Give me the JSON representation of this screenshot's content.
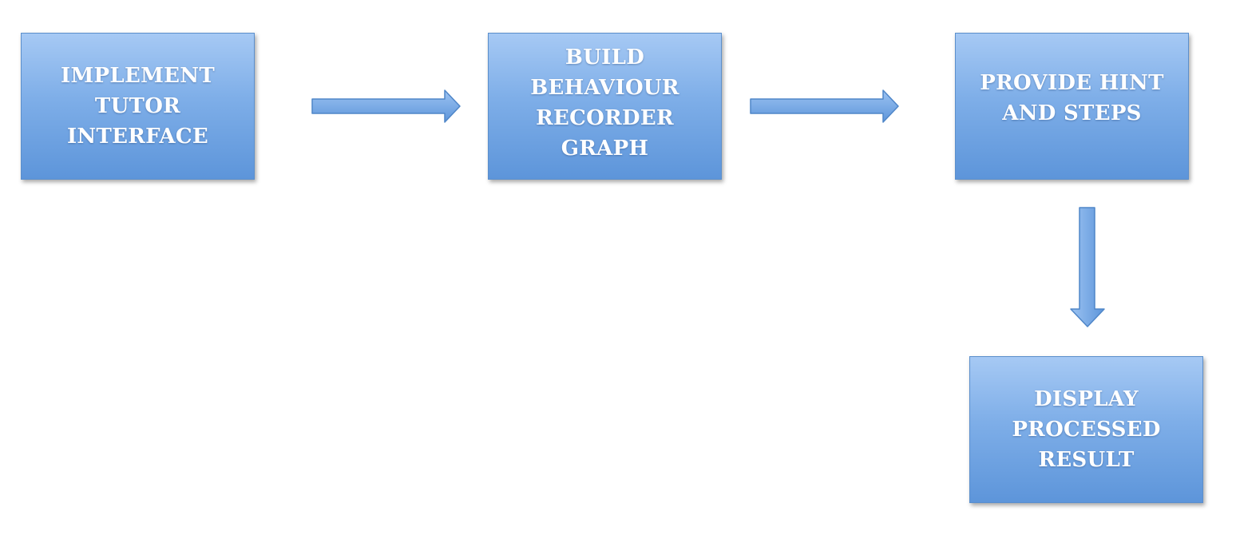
{
  "diagram": {
    "steps": [
      {
        "label": "IMPLEMENT\nTUTOR\nINTERFACE"
      },
      {
        "label": "BUILD\nBEHAVIOUR\nRECORDER GRAPH"
      },
      {
        "label": "PROVIDE HINT\nAND STEPS"
      },
      {
        "label": "DISPLAY\nPROCESSED\nRESULT"
      }
    ],
    "colors": {
      "box_top": "#a6c9f4",
      "box_bottom": "#5d95da",
      "box_border": "#5b8fcc",
      "arrow_fill": "#6fa3e0",
      "arrow_stroke": "#4f86c8",
      "text": "#ffffff"
    }
  }
}
